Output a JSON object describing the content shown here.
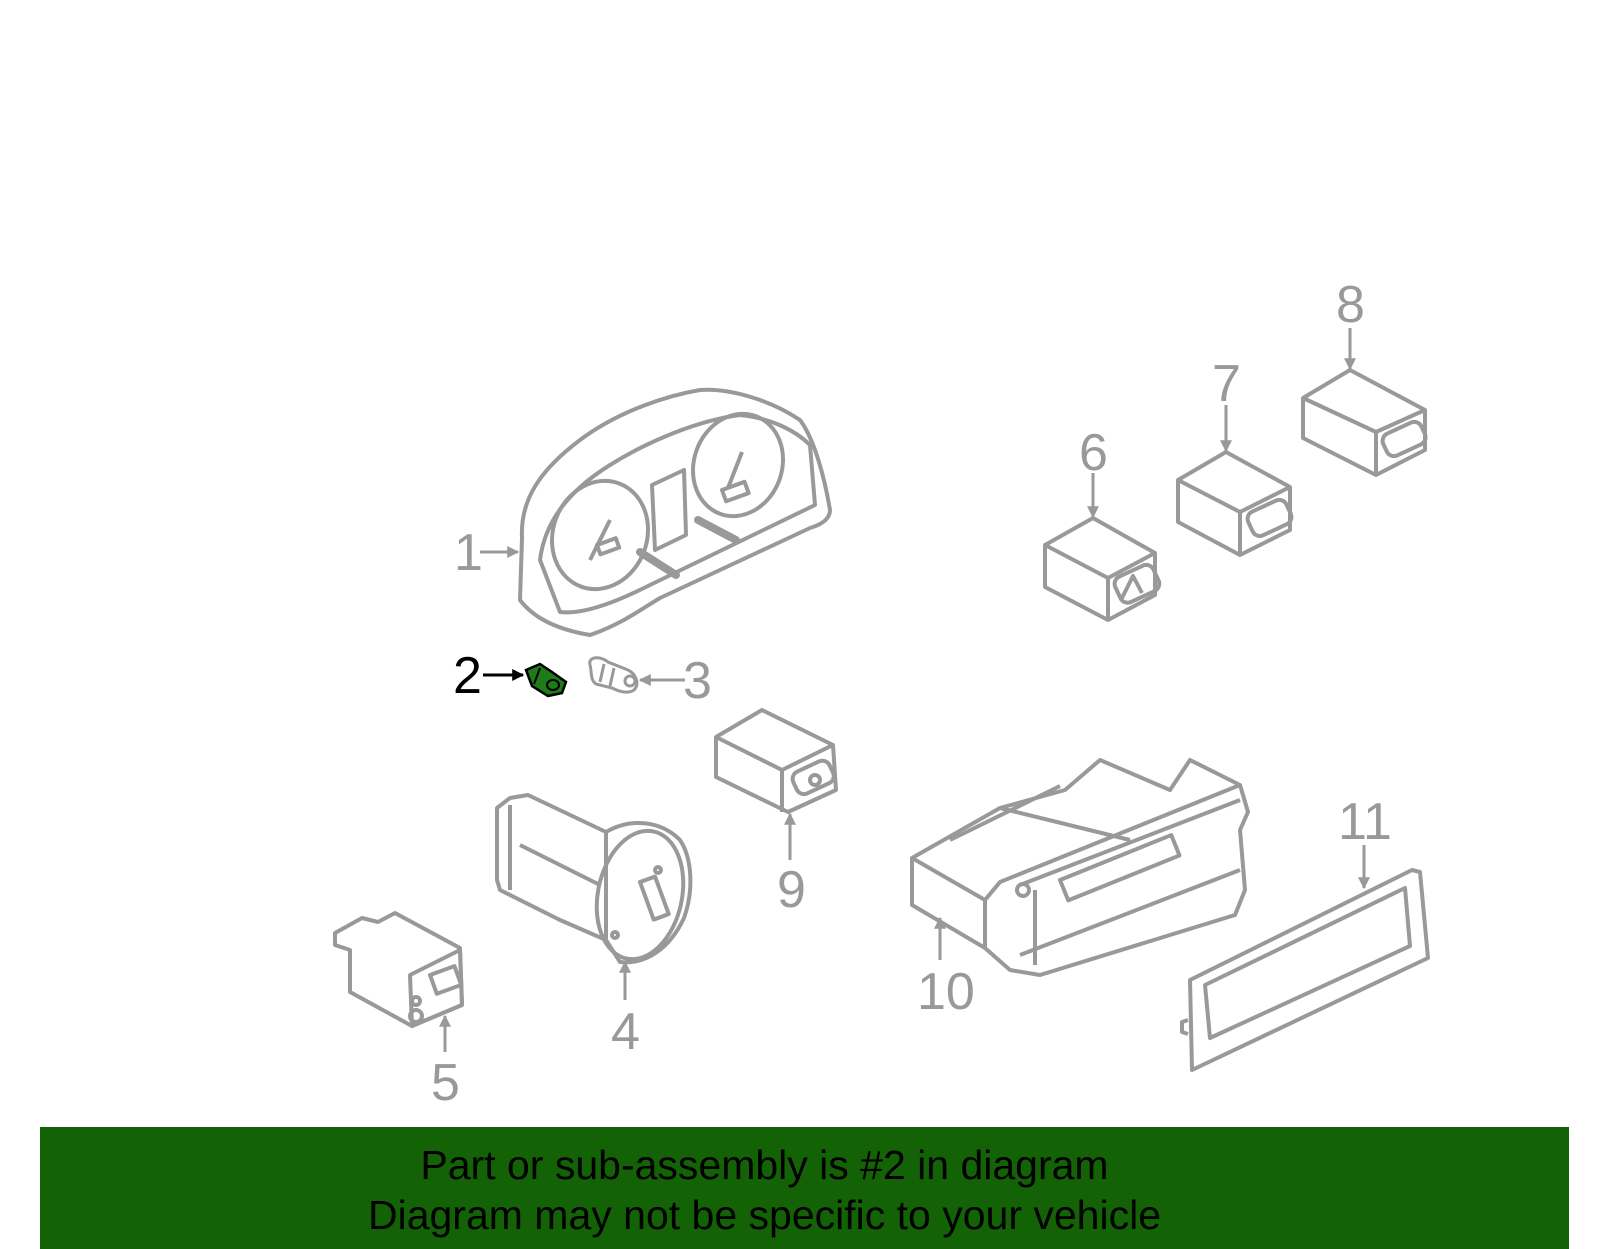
{
  "diagram": {
    "highlighted_part": 2,
    "colors": {
      "line": "#999999",
      "highlight_fill": "#1f7a1a",
      "highlight_label": "#000000",
      "banner_bg": "#136306",
      "banner_text": "#000000",
      "background": "#ffffff"
    },
    "callouts": [
      {
        "id": 1,
        "label": "1",
        "part": "instrument-cluster"
      },
      {
        "id": 2,
        "label": "2",
        "part": "small-bulb-socket",
        "highlighted": true
      },
      {
        "id": 3,
        "label": "3",
        "part": "bulb-holder"
      },
      {
        "id": 4,
        "label": "4",
        "part": "headlamp-switch"
      },
      {
        "id": 5,
        "label": "5",
        "part": "mirror-switch"
      },
      {
        "id": 6,
        "label": "6",
        "part": "hazard-switch"
      },
      {
        "id": 7,
        "label": "7",
        "part": "rocker-switch"
      },
      {
        "id": 8,
        "label": "8",
        "part": "rocker-switch"
      },
      {
        "id": 9,
        "label": "9",
        "part": "rocker-switch"
      },
      {
        "id": 10,
        "label": "10",
        "part": "climate-control-unit"
      },
      {
        "id": 11,
        "label": "11",
        "part": "trim-bezel"
      }
    ]
  },
  "banner": {
    "line1": "Part or sub-assembly is #2 in diagram",
    "line2": "Diagram may not be specific to your vehicle"
  }
}
